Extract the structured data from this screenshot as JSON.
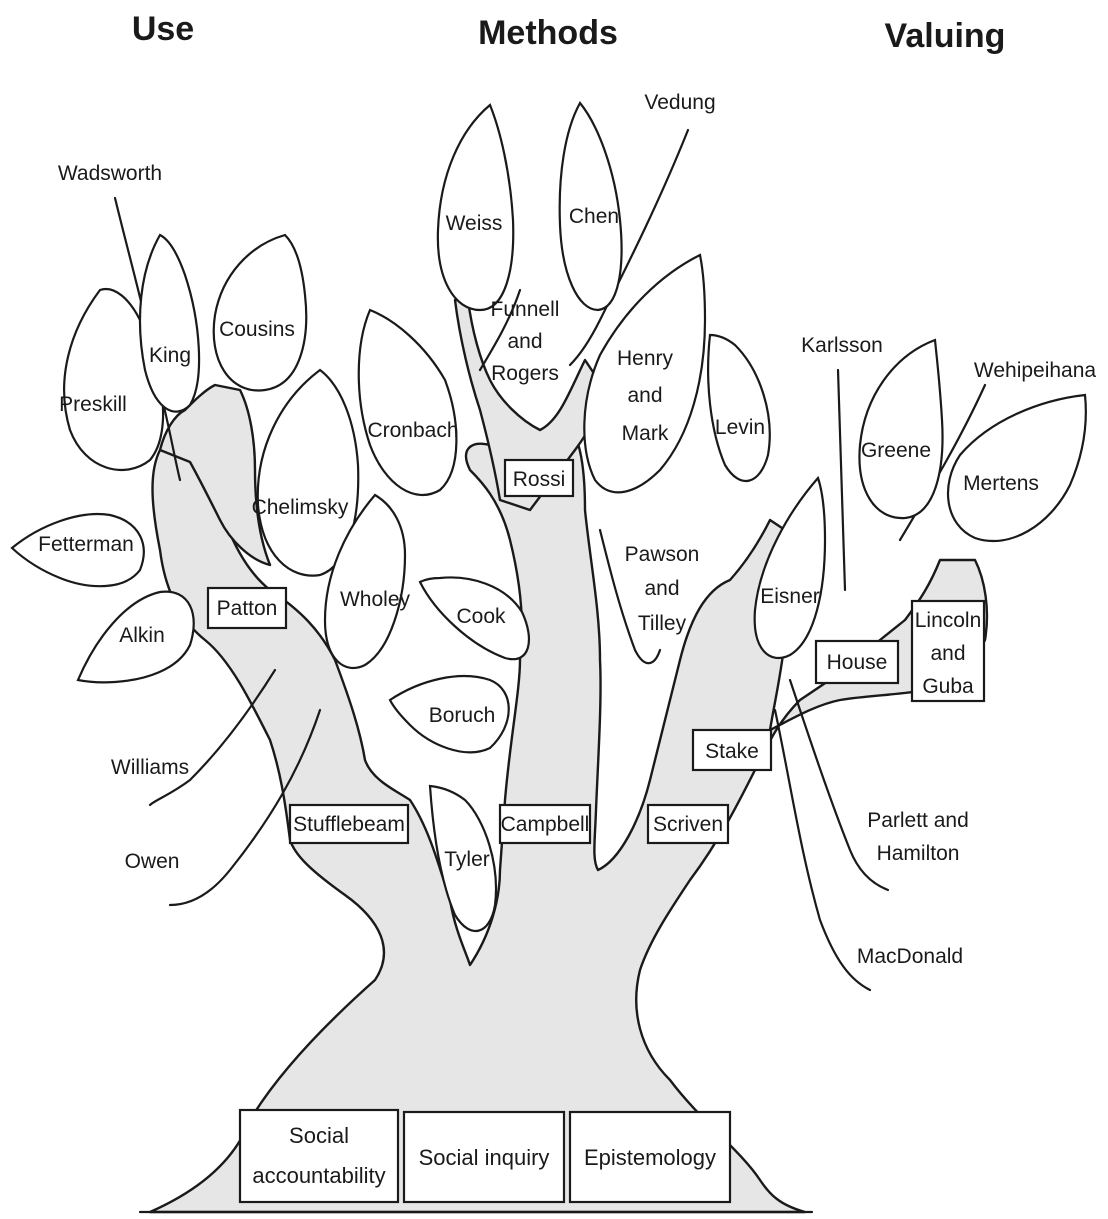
{
  "headers": {
    "use": "Use",
    "methods": "Methods",
    "valuing": "Valuing"
  },
  "roots": {
    "social_accountability": [
      "Social",
      "accountability"
    ],
    "social_inquiry": "Social inquiry",
    "epistemology": "Epistemology"
  },
  "boxed": {
    "patton": "Patton",
    "stufflebeam": "Stufflebeam",
    "rossi": "Rossi",
    "campbell": "Campbell",
    "scriven": "Scriven",
    "stake": "Stake",
    "house": "House",
    "lincoln_guba": [
      "Lincoln",
      "and",
      "Guba"
    ]
  },
  "leaves": {
    "preskill": "Preskill",
    "king": "King",
    "cousins": "Cousins",
    "chelimsky": "Chelimsky",
    "fetterman": "Fetterman",
    "alkin": "Alkin",
    "weiss": "Weiss",
    "chen": "Chen",
    "cronbach": "Cronbach",
    "henry_mark": [
      "Henry",
      "and",
      "Mark"
    ],
    "wholey": "Wholey",
    "cook": "Cook",
    "boruch": "Boruch",
    "tyler": "Tyler",
    "levin": "Levin",
    "eisner": "Eisner",
    "greene": "Greene",
    "mertens": "Mertens"
  },
  "twigs": {
    "wadsworth": "Wadsworth",
    "williams": "Williams",
    "owen": "Owen",
    "funnell_rogers": [
      "Funnell",
      "and",
      "Rogers"
    ],
    "vedung": "Vedung",
    "pawson_tilley": [
      "Pawson",
      "and",
      "Tilley"
    ],
    "karlsson": "Karlsson",
    "wehipeihana": "Wehipeihana",
    "parlett_hamilton": [
      "Parlett and",
      "Hamilton"
    ],
    "macdonald": "MacDonald"
  }
}
